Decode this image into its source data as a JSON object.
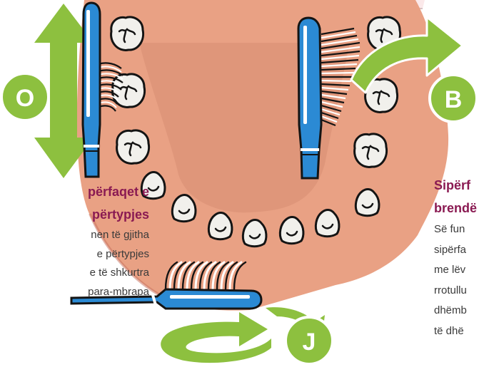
{
  "labels": {
    "outer": "O",
    "inner": "B",
    "chewing": "J"
  },
  "left_text": {
    "heading": [
      "përfaqet e",
      "përtypjes"
    ],
    "body": [
      "nen të gjitha",
      "e përtypjes",
      "e të shkurtra",
      "para-mbrapa"
    ]
  },
  "right_text": {
    "heading": [
      "Sipërf",
      "brendë"
    ],
    "body": [
      "Së fun",
      "sipërfa",
      "me lëv",
      "rrotullu",
      "dhëmb",
      "të dhë"
    ]
  },
  "colors": {
    "green": "#8dc03f",
    "gum": "#e9a184",
    "gum_dark": "#c7705b",
    "brush_blue": "#2b8ad4",
    "bristle": "#ffffff",
    "tooth": "#f1f0ec",
    "heading": "#8a1a52"
  },
  "icons": [
    "up-down-arrow-icon",
    "curved-arrow-icon",
    "circular-arrow-icon",
    "toothbrush-icon",
    "tooth-icon"
  ]
}
